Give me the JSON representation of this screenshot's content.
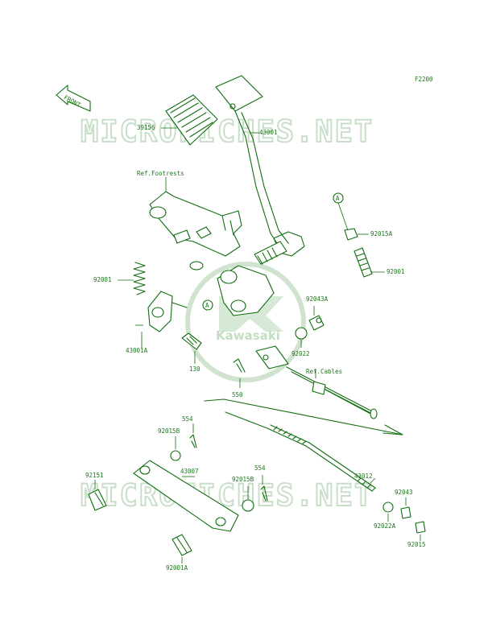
{
  "diagram": {
    "ref_code": "F2200",
    "front_label": "FRONT",
    "watermark_text": "MICROFICHES.NET",
    "logo_text": "Kawasaki",
    "colors": {
      "line": "#0f6d0f",
      "label": "#1a7a1a",
      "watermark": "#c9dfc9"
    },
    "labels": {
      "p39156": "39156",
      "p43001": "43001",
      "ref_footrests": "Ref.Footrests",
      "callout_a_top": "A",
      "p92015A": "92015A",
      "p92001": "92001",
      "p92081": "92081",
      "callout_a_mid": "A",
      "p92043A": "92043A",
      "p43001A": "43001A",
      "p130": "130",
      "p92022": "92022",
      "ref_cables": "Ref.Cables",
      "p550": "550",
      "p554_top": "554",
      "p92015B_top": "92015B",
      "p43007": "43007",
      "p554_bot": "554",
      "p92151": "92151",
      "p92015B_bot": "92015B",
      "p43012": "43012",
      "p92043": "92043",
      "p92022A": "92022A",
      "p92015": "92015",
      "p92001A": "92001A"
    }
  }
}
